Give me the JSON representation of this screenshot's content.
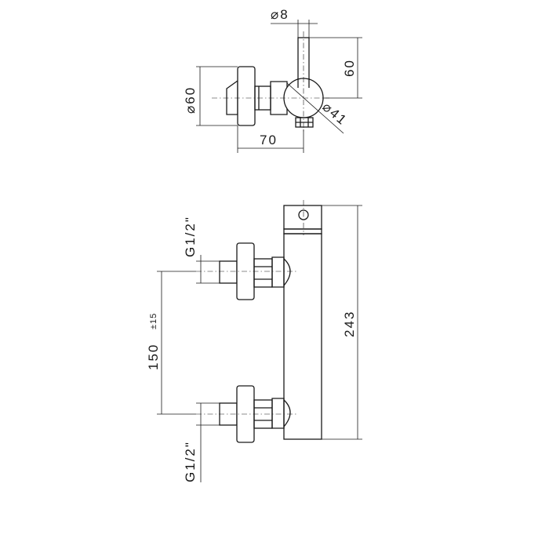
{
  "top_view": {
    "dim_pin": "⌀8",
    "dim_height": "60",
    "dim_left": "⌀60",
    "dim_body": "⌀41",
    "dim_width": "70"
  },
  "front_view": {
    "thread_top": "G1/2\"",
    "thread_bottom": "G1/2\"",
    "dim_centers": "150",
    "dim_centers_tol": "±15",
    "dim_total": "243"
  }
}
